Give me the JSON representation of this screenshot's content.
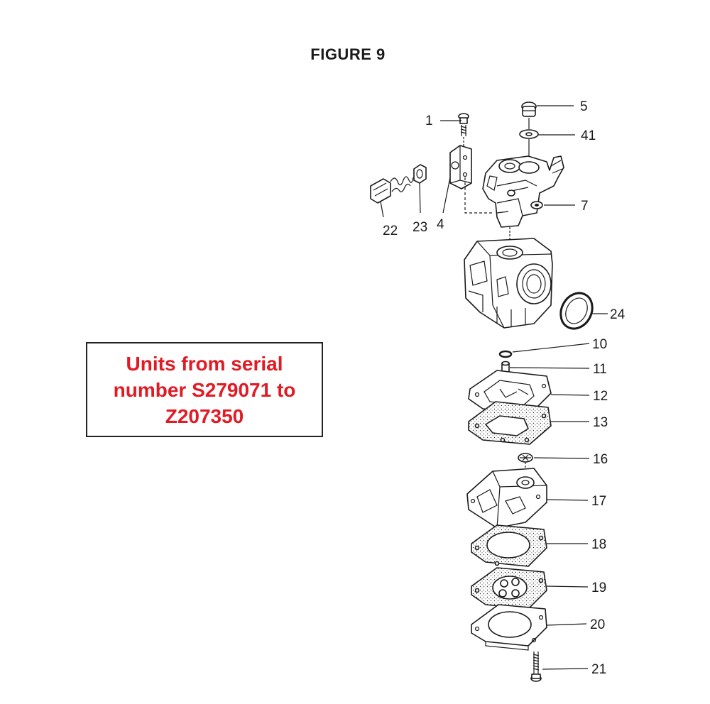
{
  "figure": {
    "title": "FIGURE 9"
  },
  "notice": {
    "text": "Units from serial number S279071 to Z207350",
    "color": "#e01b24"
  },
  "callouts": [
    {
      "id": "c1",
      "label": "1"
    },
    {
      "id": "c5",
      "label": "5"
    },
    {
      "id": "c41",
      "label": "41"
    },
    {
      "id": "c7",
      "label": "7"
    },
    {
      "id": "c22",
      "label": "22"
    },
    {
      "id": "c23",
      "label": "23"
    },
    {
      "id": "c4",
      "label": "4"
    },
    {
      "id": "c24",
      "label": "24"
    },
    {
      "id": "c10",
      "label": "10"
    },
    {
      "id": "c11",
      "label": "11"
    },
    {
      "id": "c12",
      "label": "12"
    },
    {
      "id": "c13",
      "label": "13"
    },
    {
      "id": "c16",
      "label": "16"
    },
    {
      "id": "c17",
      "label": "17"
    },
    {
      "id": "c18",
      "label": "18"
    },
    {
      "id": "c19",
      "label": "19"
    },
    {
      "id": "c20",
      "label": "20"
    },
    {
      "id": "c21",
      "label": "21"
    }
  ]
}
